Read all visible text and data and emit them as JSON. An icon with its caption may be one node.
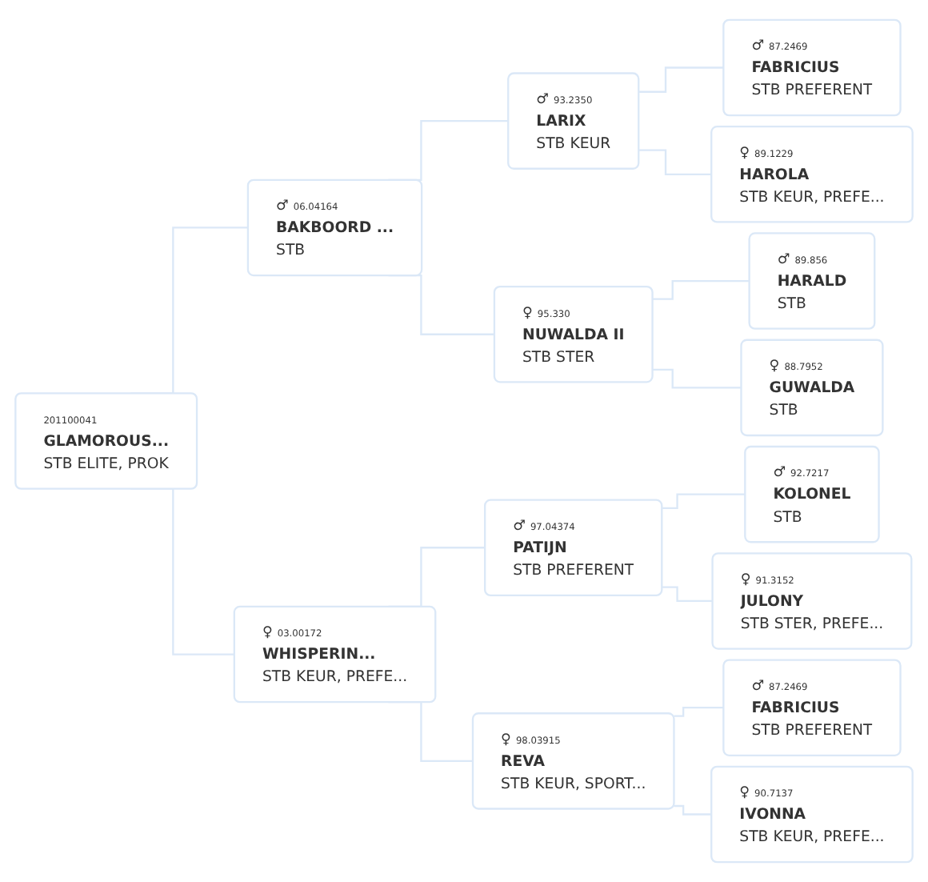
{
  "diagram": {
    "nodes": [
      {
        "text": [
          "201100041",
          "GLAMOROUS...",
          "STB ELITE, PROK"
        ]
      },
      {
        "text": [
          "♂",
          "06.04164",
          "BAKBOORD ...",
          "STB"
        ]
      },
      {
        "text": [
          "♂",
          "93.2350",
          "LARIX",
          "STB KEUR"
        ]
      },
      {
        "text": [
          "♂",
          "87.2469",
          "FABRICIUS",
          "STB PREFERENT"
        ]
      },
      {
        "text": [
          "♀",
          "89.1229",
          "HAROLA",
          "STB KEUR, PREFE..."
        ]
      },
      {
        "text": [
          "♀",
          "95.330",
          "NUWALDA II",
          "STB STER"
        ]
      },
      {
        "text": [
          "♂",
          "89.856",
          "HARALD",
          "STB"
        ]
      },
      {
        "text": [
          "♀",
          "88.7952",
          "GUWALDA",
          "STB"
        ]
      },
      {
        "text": [
          "♀",
          "03.00172",
          "WHISPERIN...",
          "STB KEUR, PREFE..."
        ]
      },
      {
        "text": [
          "♂",
          "97.04374",
          "PATIJN",
          "STB PREFERENT"
        ]
      },
      {
        "text": [
          "♂",
          "92.7217",
          "KOLONEL",
          "STB"
        ]
      },
      {
        "text": [
          "♀",
          "91.3152",
          "JULONY",
          "STB STER, PREFE..."
        ]
      },
      {
        "text": [
          "♀",
          "98.03915",
          "REVA",
          "STB KEUR, SPORT..."
        ]
      },
      {
        "text": [
          "♂",
          "87.2469",
          "FABRICIUS",
          "STB PREFERENT"
        ]
      },
      {
        "text": [
          "♀",
          "90.7137",
          "IVONNA",
          "STB KEUR, PREFE..."
        ]
      }
    ],
    "edges": [
      {
        "from": 0,
        "to": 1,
        "arrow": "none"
      },
      {
        "from": 0,
        "to": 8,
        "arrow": "none"
      },
      {
        "from": 1,
        "to": 2,
        "arrow": "none"
      },
      {
        "from": 1,
        "to": 5,
        "arrow": "none"
      },
      {
        "from": 2,
        "to": 3,
        "arrow": "none"
      },
      {
        "from": 2,
        "to": 4,
        "arrow": "none"
      },
      {
        "from": 5,
        "to": 6,
        "arrow": "none"
      },
      {
        "from": 5,
        "to": 7,
        "arrow": "none"
      },
      {
        "from": 8,
        "to": 9,
        "arrow": "none"
      },
      {
        "from": 8,
        "to": 12,
        "arrow": "none"
      },
      {
        "from": 9,
        "to": 10,
        "arrow": "none"
      },
      {
        "from": 9,
        "to": 11,
        "arrow": "none"
      },
      {
        "from": 12,
        "to": 13,
        "arrow": "none"
      },
      {
        "from": 12,
        "to": 14,
        "arrow": "none"
      }
    ]
  }
}
